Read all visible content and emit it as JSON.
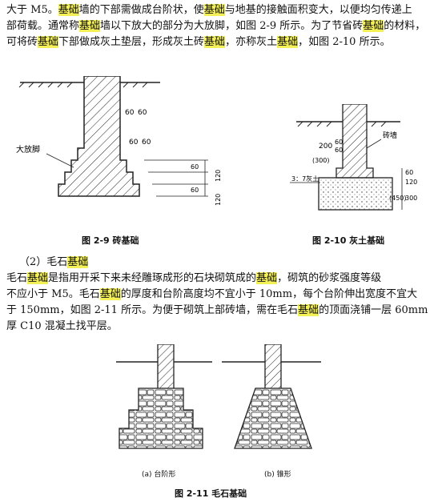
{
  "para1": {
    "lines": [
      [
        "大于 M5。",
        "基础",
        "墙的下部需做成台阶状，使",
        "基础",
        "与地基的接触面积变大，以便均匀传递上"
      ],
      [
        "部荷载。通常称",
        "基础",
        "墙以下放大的部分为大",
        "放脚",
        "，如图 2-9 所示。为了节省砖",
        "基础",
        "的材料，"
      ],
      [
        "可将砖",
        "基础",
        "下部做成灰土垫层，形成灰土砖",
        "基础",
        "，亦称灰土",
        "基础",
        "，如图 2-10 所示。"
      ]
    ]
  },
  "fig29": {
    "caption": "图 2-9    砖基础",
    "label_fangjiao": "大放脚",
    "dim_60a": "60",
    "dim_60b": "60",
    "dim_60c": "60",
    "dim_60d": "60",
    "dim_v60a": "60",
    "dim_v60b": "60",
    "dim_v120a": "120",
    "dim_v120b": "120"
  },
  "fig210": {
    "caption": "图 2-10    灰土基础",
    "label_brickwall": "砖墙",
    "label_lime": "3：7灰土",
    "dim_200": "200",
    "dim_60a": "60",
    "dim_60b": "60",
    "dim_300a": "(300)",
    "dim_60v": "60",
    "dim_120": "120",
    "dim_300v": "300",
    "dim_450": "(450)"
  },
  "heading2": "（2）毛石基础",
  "para2": {
    "lines": [
      [
        "毛石",
        "基础",
        "是指用开采下来未经雕琢成形的石块砌筑成的",
        "基础",
        "，砌筑的砂浆强度等级"
      ],
      [
        "不应小于 M5。毛石",
        "基础",
        "的厚度和台阶高度均不宜小于 10mm，每个台阶伸出宽度不宜大"
      ],
      [
        "于 150mm，如图 2-11 所示。为便于砌筑上部砖墙，需在毛石",
        "基础",
        "的顶面浇铺一层 60mm"
      ],
      [
        "厚 C10 混凝土找平层。"
      ]
    ]
  },
  "fig211": {
    "sub_a": "(a) 台阶形",
    "sub_b": "(b) 锥形",
    "caption": "图 2-11    毛石基础"
  }
}
